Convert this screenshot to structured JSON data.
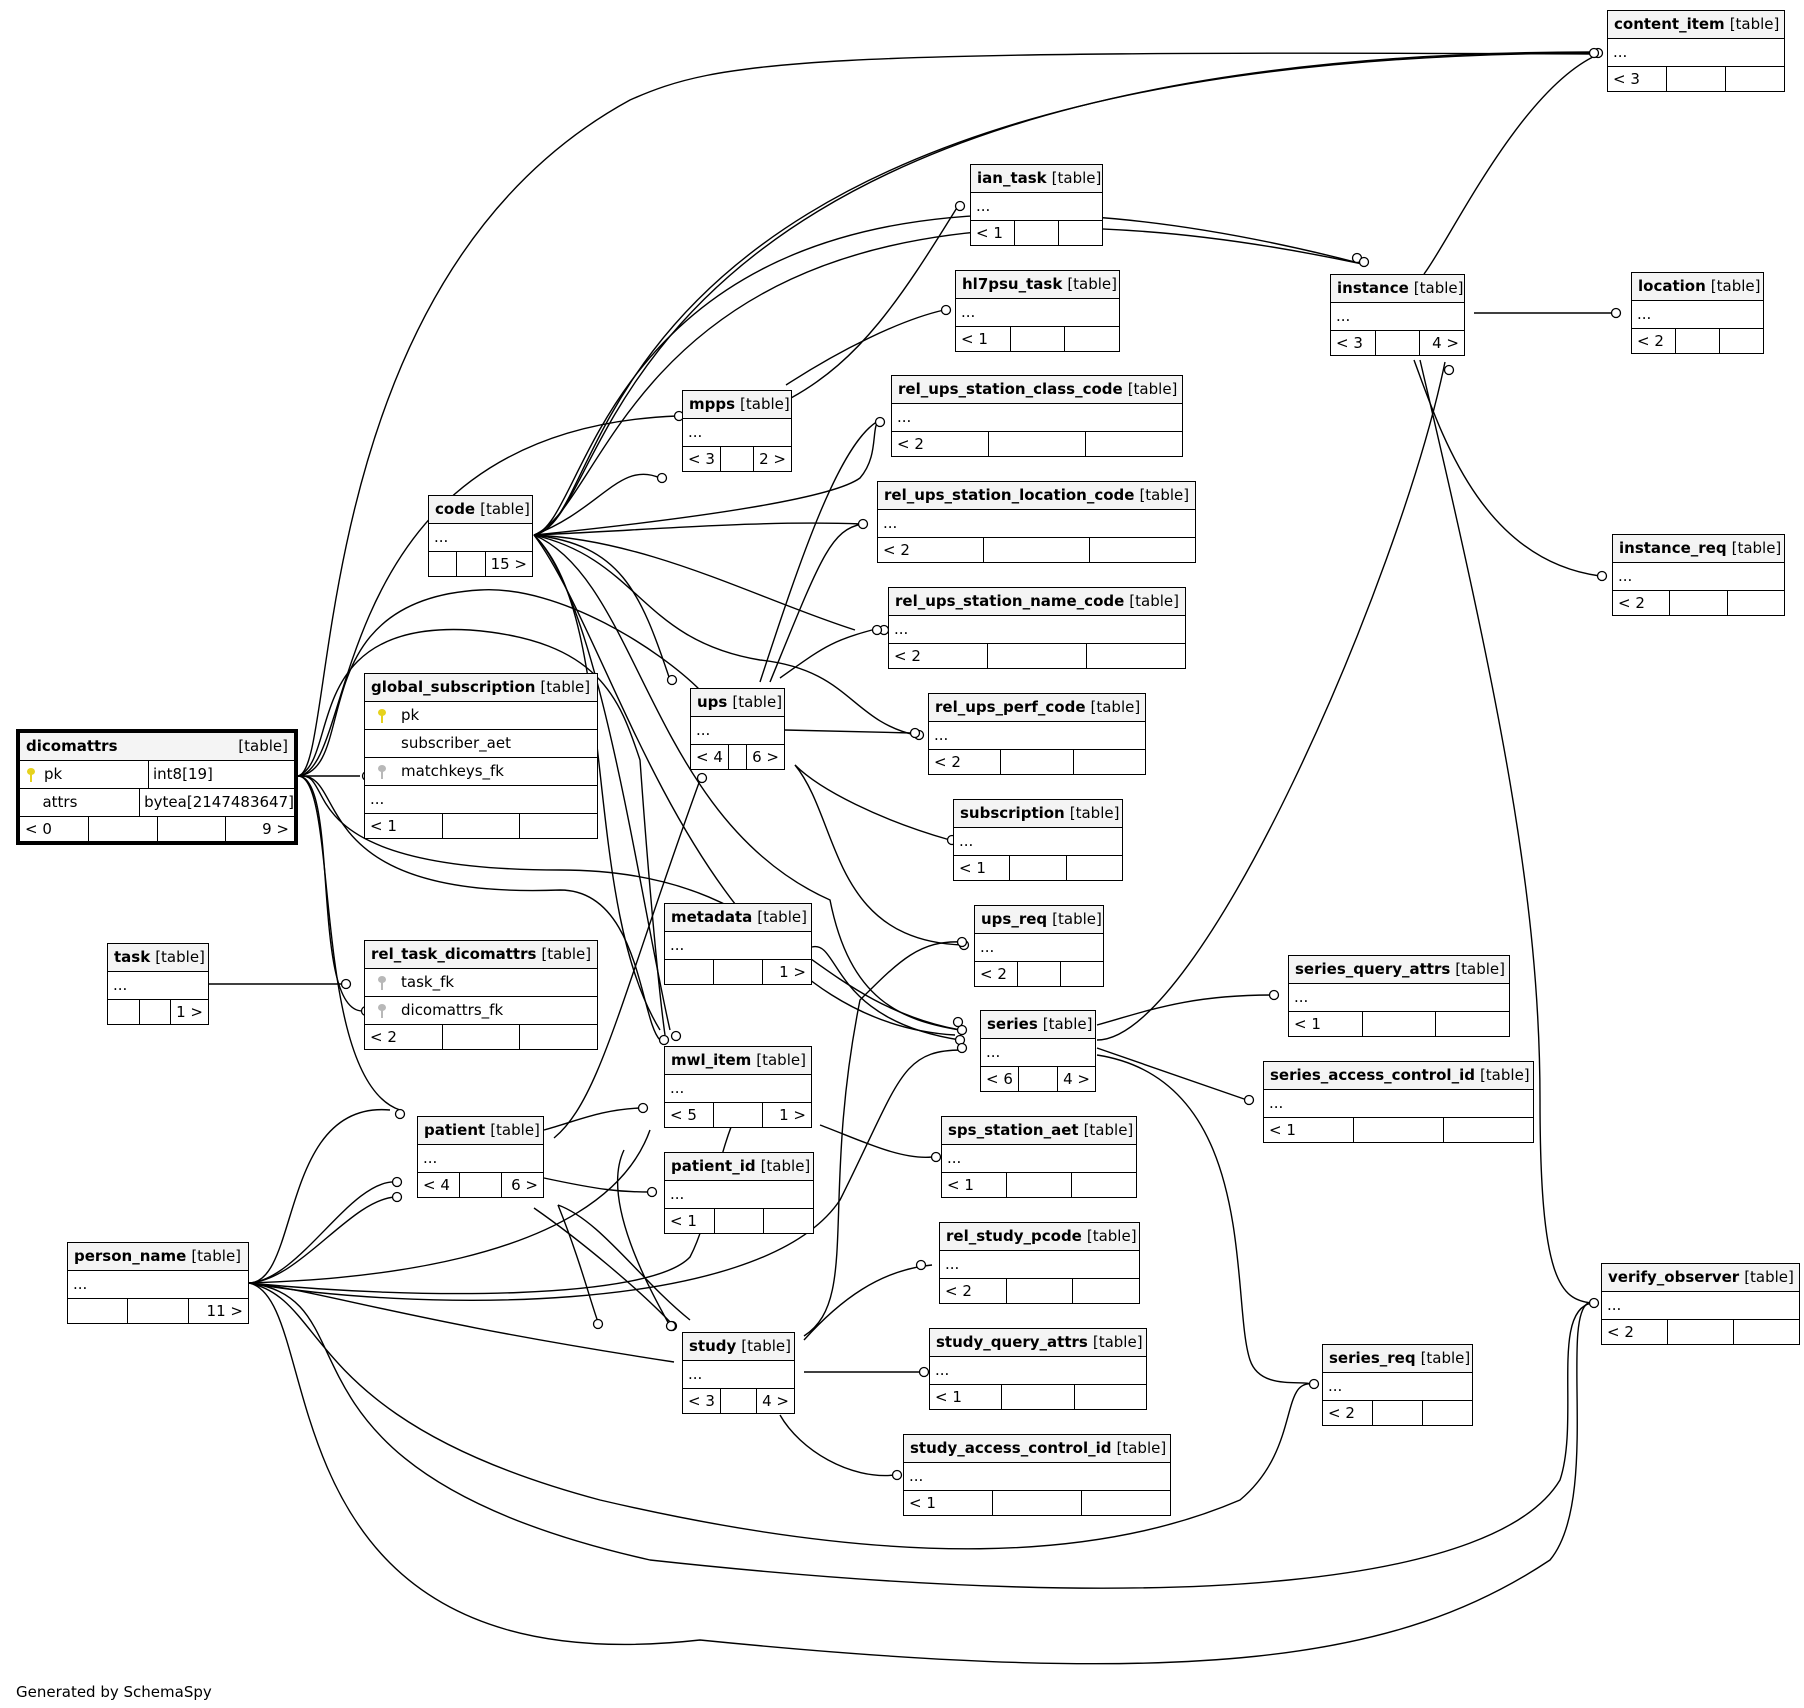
{
  "tag": "[table]",
  "footer_credit": "Generated by SchemaSpy",
  "tables": {
    "content_item": {
      "name": "content_item",
      "rows": [
        "..."
      ],
      "footer": [
        "< 3",
        "",
        ""
      ]
    },
    "ian_task": {
      "name": "ian_task",
      "rows": [
        "..."
      ],
      "footer": [
        "< 1",
        "",
        ""
      ]
    },
    "hl7psu_task": {
      "name": "hl7psu_task",
      "rows": [
        "..."
      ],
      "footer": [
        "< 1",
        "",
        ""
      ]
    },
    "instance": {
      "name": "instance",
      "rows": [
        "..."
      ],
      "footer": [
        "< 3",
        "",
        "4 >"
      ]
    },
    "location": {
      "name": "location",
      "rows": [
        "..."
      ],
      "footer": [
        "< 2",
        "",
        ""
      ]
    },
    "mpps": {
      "name": "mpps",
      "rows": [
        "..."
      ],
      "footer": [
        "< 3",
        "",
        "2 >"
      ]
    },
    "rel_ups_station_class_code": {
      "name": "rel_ups_station_class_code",
      "rows": [
        "..."
      ],
      "footer": [
        "< 2",
        "",
        ""
      ]
    },
    "code": {
      "name": "code",
      "rows": [
        "..."
      ],
      "footer": [
        "",
        "",
        "15 >"
      ]
    },
    "rel_ups_station_location_code": {
      "name": "rel_ups_station_location_code",
      "rows": [
        "..."
      ],
      "footer": [
        "< 2",
        "",
        ""
      ]
    },
    "instance_req": {
      "name": "instance_req",
      "rows": [
        "..."
      ],
      "footer": [
        "< 2",
        "",
        ""
      ]
    },
    "rel_ups_station_name_code": {
      "name": "rel_ups_station_name_code",
      "rows": [
        "..."
      ],
      "footer": [
        "< 2",
        "",
        ""
      ]
    },
    "global_subscription": {
      "name": "global_subscription",
      "columns": [
        {
          "key": "pk",
          "name": "pk"
        },
        {
          "key": "",
          "name": "subscriber_aet"
        },
        {
          "key": "fk",
          "name": "matchkeys_fk"
        }
      ],
      "rows": [
        "..."
      ],
      "footer": [
        "< 1",
        "",
        ""
      ]
    },
    "ups": {
      "name": "ups",
      "rows": [
        "..."
      ],
      "footer": [
        "< 4",
        "",
        "6 >"
      ]
    },
    "rel_ups_perf_code": {
      "name": "rel_ups_perf_code",
      "rows": [
        "..."
      ],
      "footer": [
        "< 2",
        "",
        ""
      ]
    },
    "dicomattrs": {
      "name": "dicomattrs",
      "columns": [
        {
          "key": "pk",
          "name": "pk",
          "type": "int8[19]"
        },
        {
          "key": "",
          "name": "attrs",
          "type": "bytea[2147483647]"
        }
      ],
      "footer": [
        "< 0",
        "",
        "",
        "9 >"
      ]
    },
    "subscription": {
      "name": "subscription",
      "rows": [
        "..."
      ],
      "footer": [
        "< 1",
        "",
        ""
      ]
    },
    "metadata": {
      "name": "metadata",
      "rows": [
        "..."
      ],
      "footer": [
        "",
        "",
        "1 >"
      ]
    },
    "ups_req": {
      "name": "ups_req",
      "rows": [
        "..."
      ],
      "footer": [
        "< 2",
        "",
        ""
      ]
    },
    "task": {
      "name": "task",
      "rows": [
        "..."
      ],
      "footer": [
        "",
        "",
        "1 >"
      ]
    },
    "rel_task_dicomattrs": {
      "name": "rel_task_dicomattrs",
      "columns": [
        {
          "key": "fk",
          "name": "task_fk"
        },
        {
          "key": "fk",
          "name": "dicomattrs_fk"
        }
      ],
      "footer": [
        "< 2",
        "",
        ""
      ]
    },
    "series_query_attrs": {
      "name": "series_query_attrs",
      "rows": [
        "..."
      ],
      "footer": [
        "< 1",
        "",
        ""
      ]
    },
    "series": {
      "name": "series",
      "rows": [
        "..."
      ],
      "footer": [
        "< 6",
        "",
        "4 >"
      ]
    },
    "mwl_item": {
      "name": "mwl_item",
      "rows": [
        "..."
      ],
      "footer": [
        "< 5",
        "",
        "1 >"
      ]
    },
    "series_access_control_id": {
      "name": "series_access_control_id",
      "rows": [
        "..."
      ],
      "footer": [
        "< 1",
        "",
        ""
      ]
    },
    "patient": {
      "name": "patient",
      "rows": [
        "..."
      ],
      "footer": [
        "< 4",
        "",
        "6 >"
      ]
    },
    "sps_station_aet": {
      "name": "sps_station_aet",
      "rows": [
        "..."
      ],
      "footer": [
        "< 1",
        "",
        ""
      ]
    },
    "patient_id": {
      "name": "patient_id",
      "rows": [
        "..."
      ],
      "footer": [
        "< 1",
        "",
        ""
      ]
    },
    "rel_study_pcode": {
      "name": "rel_study_pcode",
      "rows": [
        "..."
      ],
      "footer": [
        "< 2",
        "",
        ""
      ]
    },
    "person_name": {
      "name": "person_name",
      "rows": [
        "..."
      ],
      "footer": [
        "",
        "",
        "11 >"
      ]
    },
    "verify_observer": {
      "name": "verify_observer",
      "rows": [
        "..."
      ],
      "footer": [
        "< 2",
        "",
        ""
      ]
    },
    "study": {
      "name": "study",
      "rows": [
        "..."
      ],
      "footer": [
        "< 3",
        "",
        "4 >"
      ]
    },
    "study_query_attrs": {
      "name": "study_query_attrs",
      "rows": [
        "..."
      ],
      "footer": [
        "< 1",
        "",
        ""
      ]
    },
    "series_req": {
      "name": "series_req",
      "rows": [
        "..."
      ],
      "footer": [
        "< 2",
        "",
        ""
      ]
    },
    "study_access_control_id": {
      "name": "study_access_control_id",
      "rows": [
        "..."
      ],
      "footer": [
        "< 1",
        "",
        ""
      ]
    }
  }
}
